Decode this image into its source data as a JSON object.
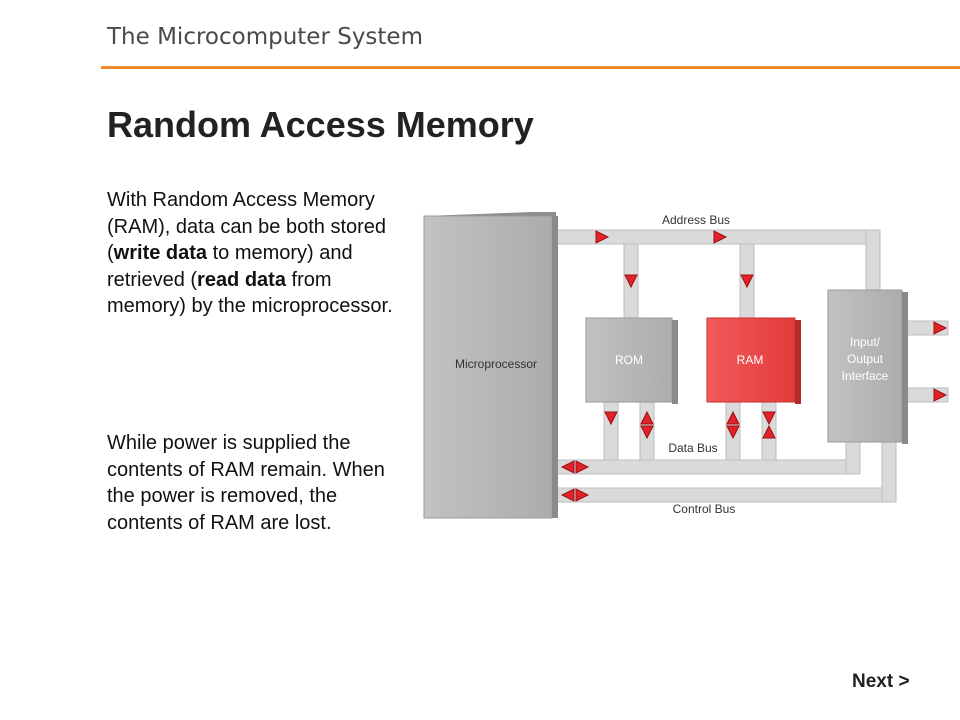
{
  "header": {
    "section_title": "The Microcomputer System"
  },
  "slide": {
    "title": "Random Access Memory",
    "paragraph1": {
      "t1": "With Random Access Memory (RAM), data can be both stored (",
      "b1": "write data",
      "t2": " to memory) and retrieved (",
      "b2": "read data",
      "t3": " from memory) by the microprocessor."
    },
    "paragraph2": "While power is supplied the contents of RAM remain. When the power is removed, the contents of RAM are lost."
  },
  "diagram": {
    "microprocessor": "Microprocessor",
    "rom": "ROM",
    "ram": "RAM",
    "io_line1": "Input/",
    "io_line2": "Output",
    "io_line3": "Interface",
    "address_bus": "Address Bus",
    "data_bus": "Data Bus",
    "control_bus": "Control Bus",
    "colors": {
      "highlight": "#ee4444",
      "block": "#b8b8b8",
      "bus": "#d8d8d8",
      "arrow": "#e2222a"
    }
  },
  "nav": {
    "next_label": "Next >"
  }
}
